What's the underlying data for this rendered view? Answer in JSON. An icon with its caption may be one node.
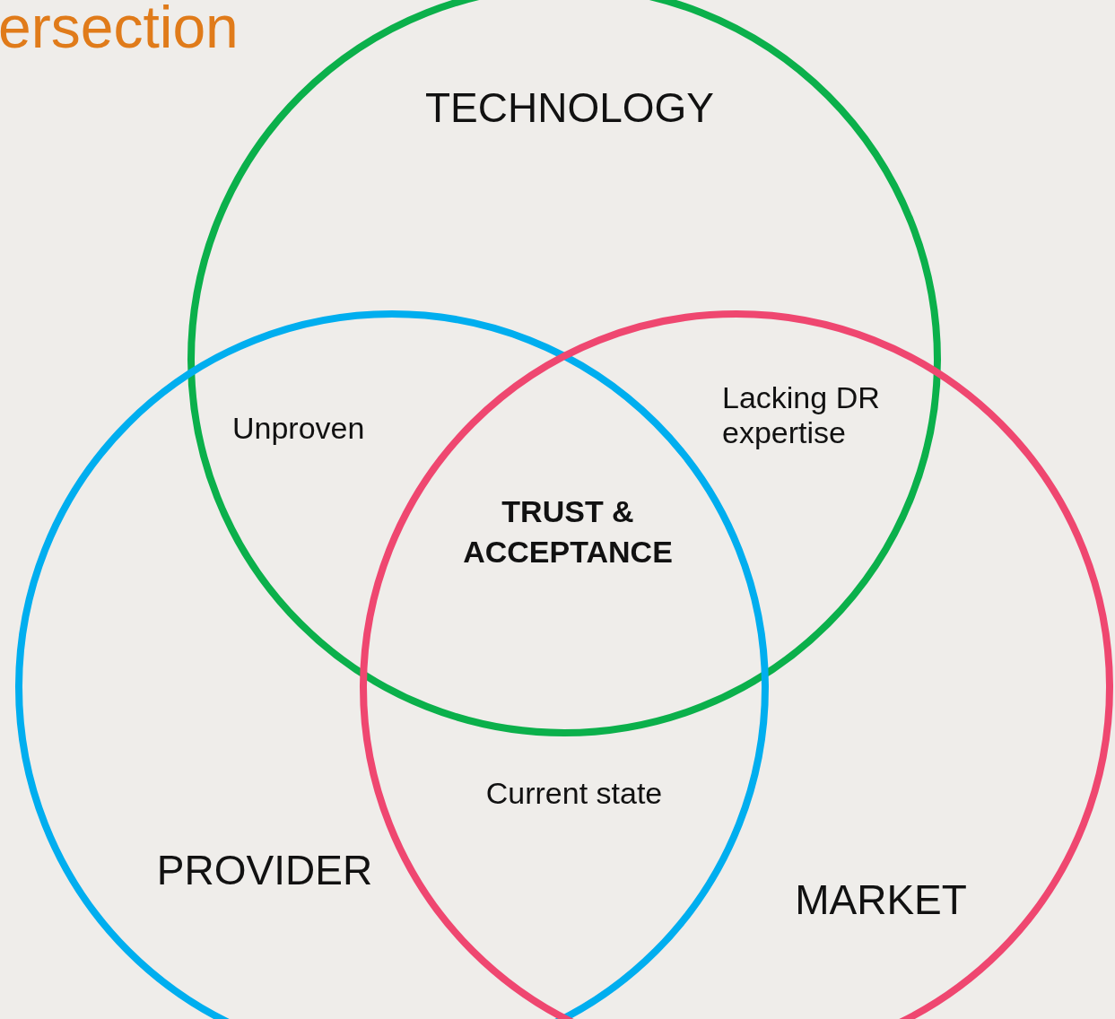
{
  "diagram": {
    "title": "ersection",
    "nodes": [
      {
        "text": [
          "TECHNOLOGY"
        ]
      },
      {
        "text": [
          "PROVIDER"
        ]
      },
      {
        "text": [
          "MARKET"
        ]
      }
    ],
    "labels": [
      "Unproven",
      "Lacking DR expertise",
      "TRUST & ACCEPTANCE",
      "Current state"
    ]
  }
}
